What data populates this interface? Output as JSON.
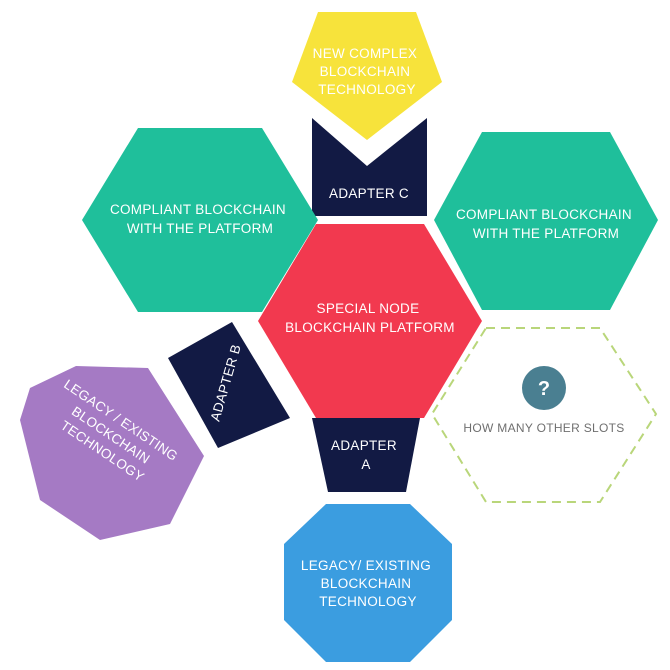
{
  "colors": {
    "yellow": "#f7e33b",
    "navy": "#121a44",
    "teal": "#1fbf9b",
    "red": "#f2394f",
    "purple": "#a57ac4",
    "blue": "#3b9de0",
    "dashed": "#b9d67a",
    "question": "#4a7f91"
  },
  "nodes": {
    "new_complex": {
      "lines": [
        "NEW COMPLEX",
        "BLOCKCHAIN",
        "TECHNOLOGY"
      ]
    },
    "adapter_c": {
      "label": "ADAPTER C"
    },
    "compliant_left": {
      "lines": [
        "COMPLIANT BLOCKCHAIN",
        "WITH THE PLATFORM"
      ]
    },
    "compliant_right": {
      "lines": [
        "COMPLIANT BLOCKCHAIN",
        "WITH THE PLATFORM"
      ]
    },
    "special_node": {
      "lines": [
        "SPECIAL NODE",
        "BLOCKCHAIN PLATFORM"
      ]
    },
    "adapter_b": {
      "label": "ADAPTER B"
    },
    "legacy_left": {
      "lines": [
        "LEGACY / EXISTING",
        "BLOCKCHAIN",
        "TECHNOLOGY"
      ]
    },
    "adapter_a": {
      "lines": [
        "ADAPTER",
        "A"
      ]
    },
    "other_slots": {
      "icon": "question-mark-icon",
      "symbol": "?",
      "label": "HOW MANY OTHER SLOTS"
    },
    "legacy_bottom": {
      "lines": [
        "LEGACY/ EXISTING",
        "BLOCKCHAIN",
        "TECHNOLOGY"
      ]
    }
  }
}
